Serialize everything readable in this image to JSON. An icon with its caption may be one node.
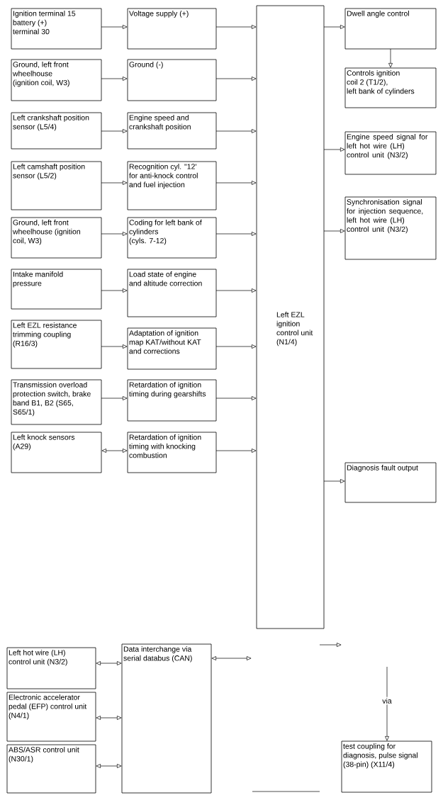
{
  "diagram": {
    "nodes": [
      {
        "text": [
          "Ignition terminal 15",
          "battery (+)",
          "terminal 30"
        ]
      },
      {
        "text": [
          "Voltage supply (+)"
        ]
      },
      {
        "text": [
          "Ground, left front wheelhouse (ignition coil, W3)"
        ]
      },
      {
        "text": [
          "Ground (-)"
        ]
      },
      {
        "text": [
          "Left crankshaft position sensor (L5/4)"
        ]
      },
      {
        "text": [
          "Engine speed and crankshaft position"
        ]
      },
      {
        "text": [
          "Left camshaft position sensor (L5/2)"
        ]
      },
      {
        "text": [
          "Recognition cyl. \"12' for anti-knock control and fuel injection"
        ]
      },
      {
        "text": [
          "Ground, left front wheelhouse (ignition coil, W3)"
        ]
      },
      {
        "text": [
          "Coding for left bank of cylinders",
          "(cyls. 7-12)"
        ]
      },
      {
        "text": [
          "Intake manifold pressure"
        ]
      },
      {
        "text": [
          "Load state of engine and altitude correction"
        ]
      },
      {
        "text": [
          "Left EZL resistance trimming coupling (R16/3)"
        ]
      },
      {
        "text": [
          "Adaptation of ignition map KAT/without KAT and corrections"
        ]
      },
      {
        "text": [
          "Transmission overload protection switch, brake band B1, B2 (S65, S65/1)"
        ]
      },
      {
        "text": [
          "Retardation of ignition timing during gearshifts"
        ]
      },
      {
        "text": [
          "Left knock sensors (A29)"
        ]
      },
      {
        "text": [
          "Retardation of ignition timing with knocking combustion"
        ]
      },
      {
        "text": [
          "Left EZL ignition control unit (N1/4)"
        ]
      },
      {
        "text": [
          "Dwell angle control"
        ]
      },
      {
        "text": [
          "Controls ignition",
          "coil 2 (T1/2),",
          "left bank of cylinders"
        ]
      },
      {
        "text": [
          "Engine speed signal for left hot wire (LH) control unit (N3/2)"
        ]
      },
      {
        "text": [
          "Synchronisation signal for injection sequence, left hot wire (LH) control unit (N3/2)"
        ]
      },
      {
        "text": [
          "Diagnosis fault output"
        ]
      },
      {
        "text": [
          "Left hot wire (LH) control unit (N3/2)"
        ]
      },
      {
        "text": [
          "Data interchange via serial databus (CAN)"
        ]
      },
      {
        "text": [
          "Electronic accelerator pedal (EFP) control unit (N4/1)"
        ]
      },
      {
        "text": [
          "ABS/ASR control unit (N30/1)"
        ]
      },
      {
        "text": [
          "test coupling for diagnosis, pulse signal (38-pin) (X11/4)"
        ]
      }
    ],
    "edges": [
      {
        "from": 0,
        "to": 1,
        "arrow": "to"
      },
      {
        "from": 2,
        "to": 3,
        "arrow": "to"
      },
      {
        "from": 4,
        "to": 5,
        "arrow": "to"
      },
      {
        "from": 6,
        "to": 7,
        "arrow": "to"
      },
      {
        "from": 8,
        "to": 9,
        "arrow": "to"
      },
      {
        "from": 10,
        "to": 11,
        "arrow": "to"
      },
      {
        "from": 12,
        "to": 13,
        "arrow": "to"
      },
      {
        "from": 14,
        "to": 15,
        "arrow": "to"
      },
      {
        "from": 16,
        "to": 17,
        "arrow": "both"
      },
      {
        "from": 1,
        "to": 18,
        "arrow": "to"
      },
      {
        "from": 3,
        "to": 18,
        "arrow": "to"
      },
      {
        "from": 5,
        "to": 18,
        "arrow": "to"
      },
      {
        "from": 7,
        "to": 18,
        "arrow": "to"
      },
      {
        "from": 9,
        "to": 18,
        "arrow": "to"
      },
      {
        "from": 11,
        "to": 18,
        "arrow": "to"
      },
      {
        "from": 13,
        "to": 18,
        "arrow": "to"
      },
      {
        "from": 15,
        "to": 18,
        "arrow": "to"
      },
      {
        "from": 17,
        "to": 18,
        "arrow": "to"
      },
      {
        "from": 18,
        "to": 19,
        "arrow": "to"
      },
      {
        "from": 19,
        "to": 20,
        "arrow": "to"
      },
      {
        "from": 18,
        "to": 21,
        "arrow": "to"
      },
      {
        "from": 18,
        "to": 22,
        "arrow": "to"
      },
      {
        "from": 18,
        "to": 23,
        "arrow": "to"
      },
      {
        "from": 24,
        "to": 25,
        "arrow": "both"
      },
      {
        "from": 26,
        "to": 25,
        "arrow": "both"
      },
      {
        "from": 27,
        "to": 25,
        "arrow": "both"
      },
      {
        "from": 25,
        "to": null,
        "arrow": "both"
      },
      {
        "from": null,
        "to": 28,
        "arrow": "to",
        "label": "via"
      }
    ]
  }
}
